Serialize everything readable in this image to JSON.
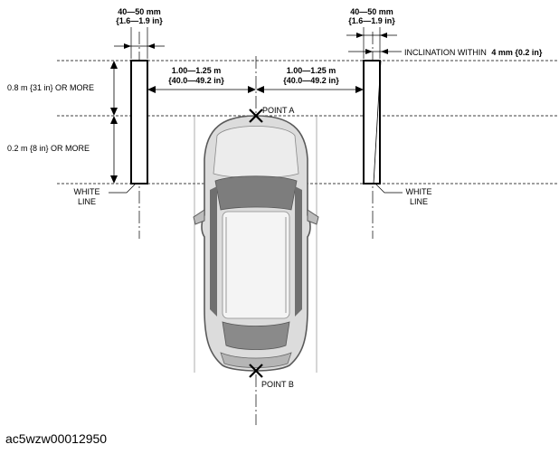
{
  "colors": {
    "line": "#000000",
    "car_body": "#d9d9d9",
    "car_dark": "#6b6b6b",
    "car_glass": "#9a9a9a"
  },
  "left_marker": {
    "width_mm": "40—50 mm",
    "width_in": "{1.6—1.9 in}",
    "length_label": "0.8 m {31 in} OR MORE",
    "gap_label": "0.2 m {8 in} OR MORE",
    "white_line_1": "WHITE",
    "white_line_2": "LINE",
    "distance_m": "1.00—1.25 m",
    "distance_in": "{40.0—49.2 in}"
  },
  "right_marker": {
    "width_mm": "40—50 mm",
    "width_in": "{1.6—1.9 in}",
    "inclination_prefix": "INCLINATION WITHIN",
    "inclination_value": "4 mm {0.2 in}",
    "white_line_1": "WHITE",
    "white_line_2": "LINE",
    "distance_m": "1.00—1.25 m",
    "distance_in": "{40.0—49.2 in}"
  },
  "points": {
    "a": "POINT A",
    "b": "POINT B"
  },
  "figure_code": "ac5wzw00012950"
}
